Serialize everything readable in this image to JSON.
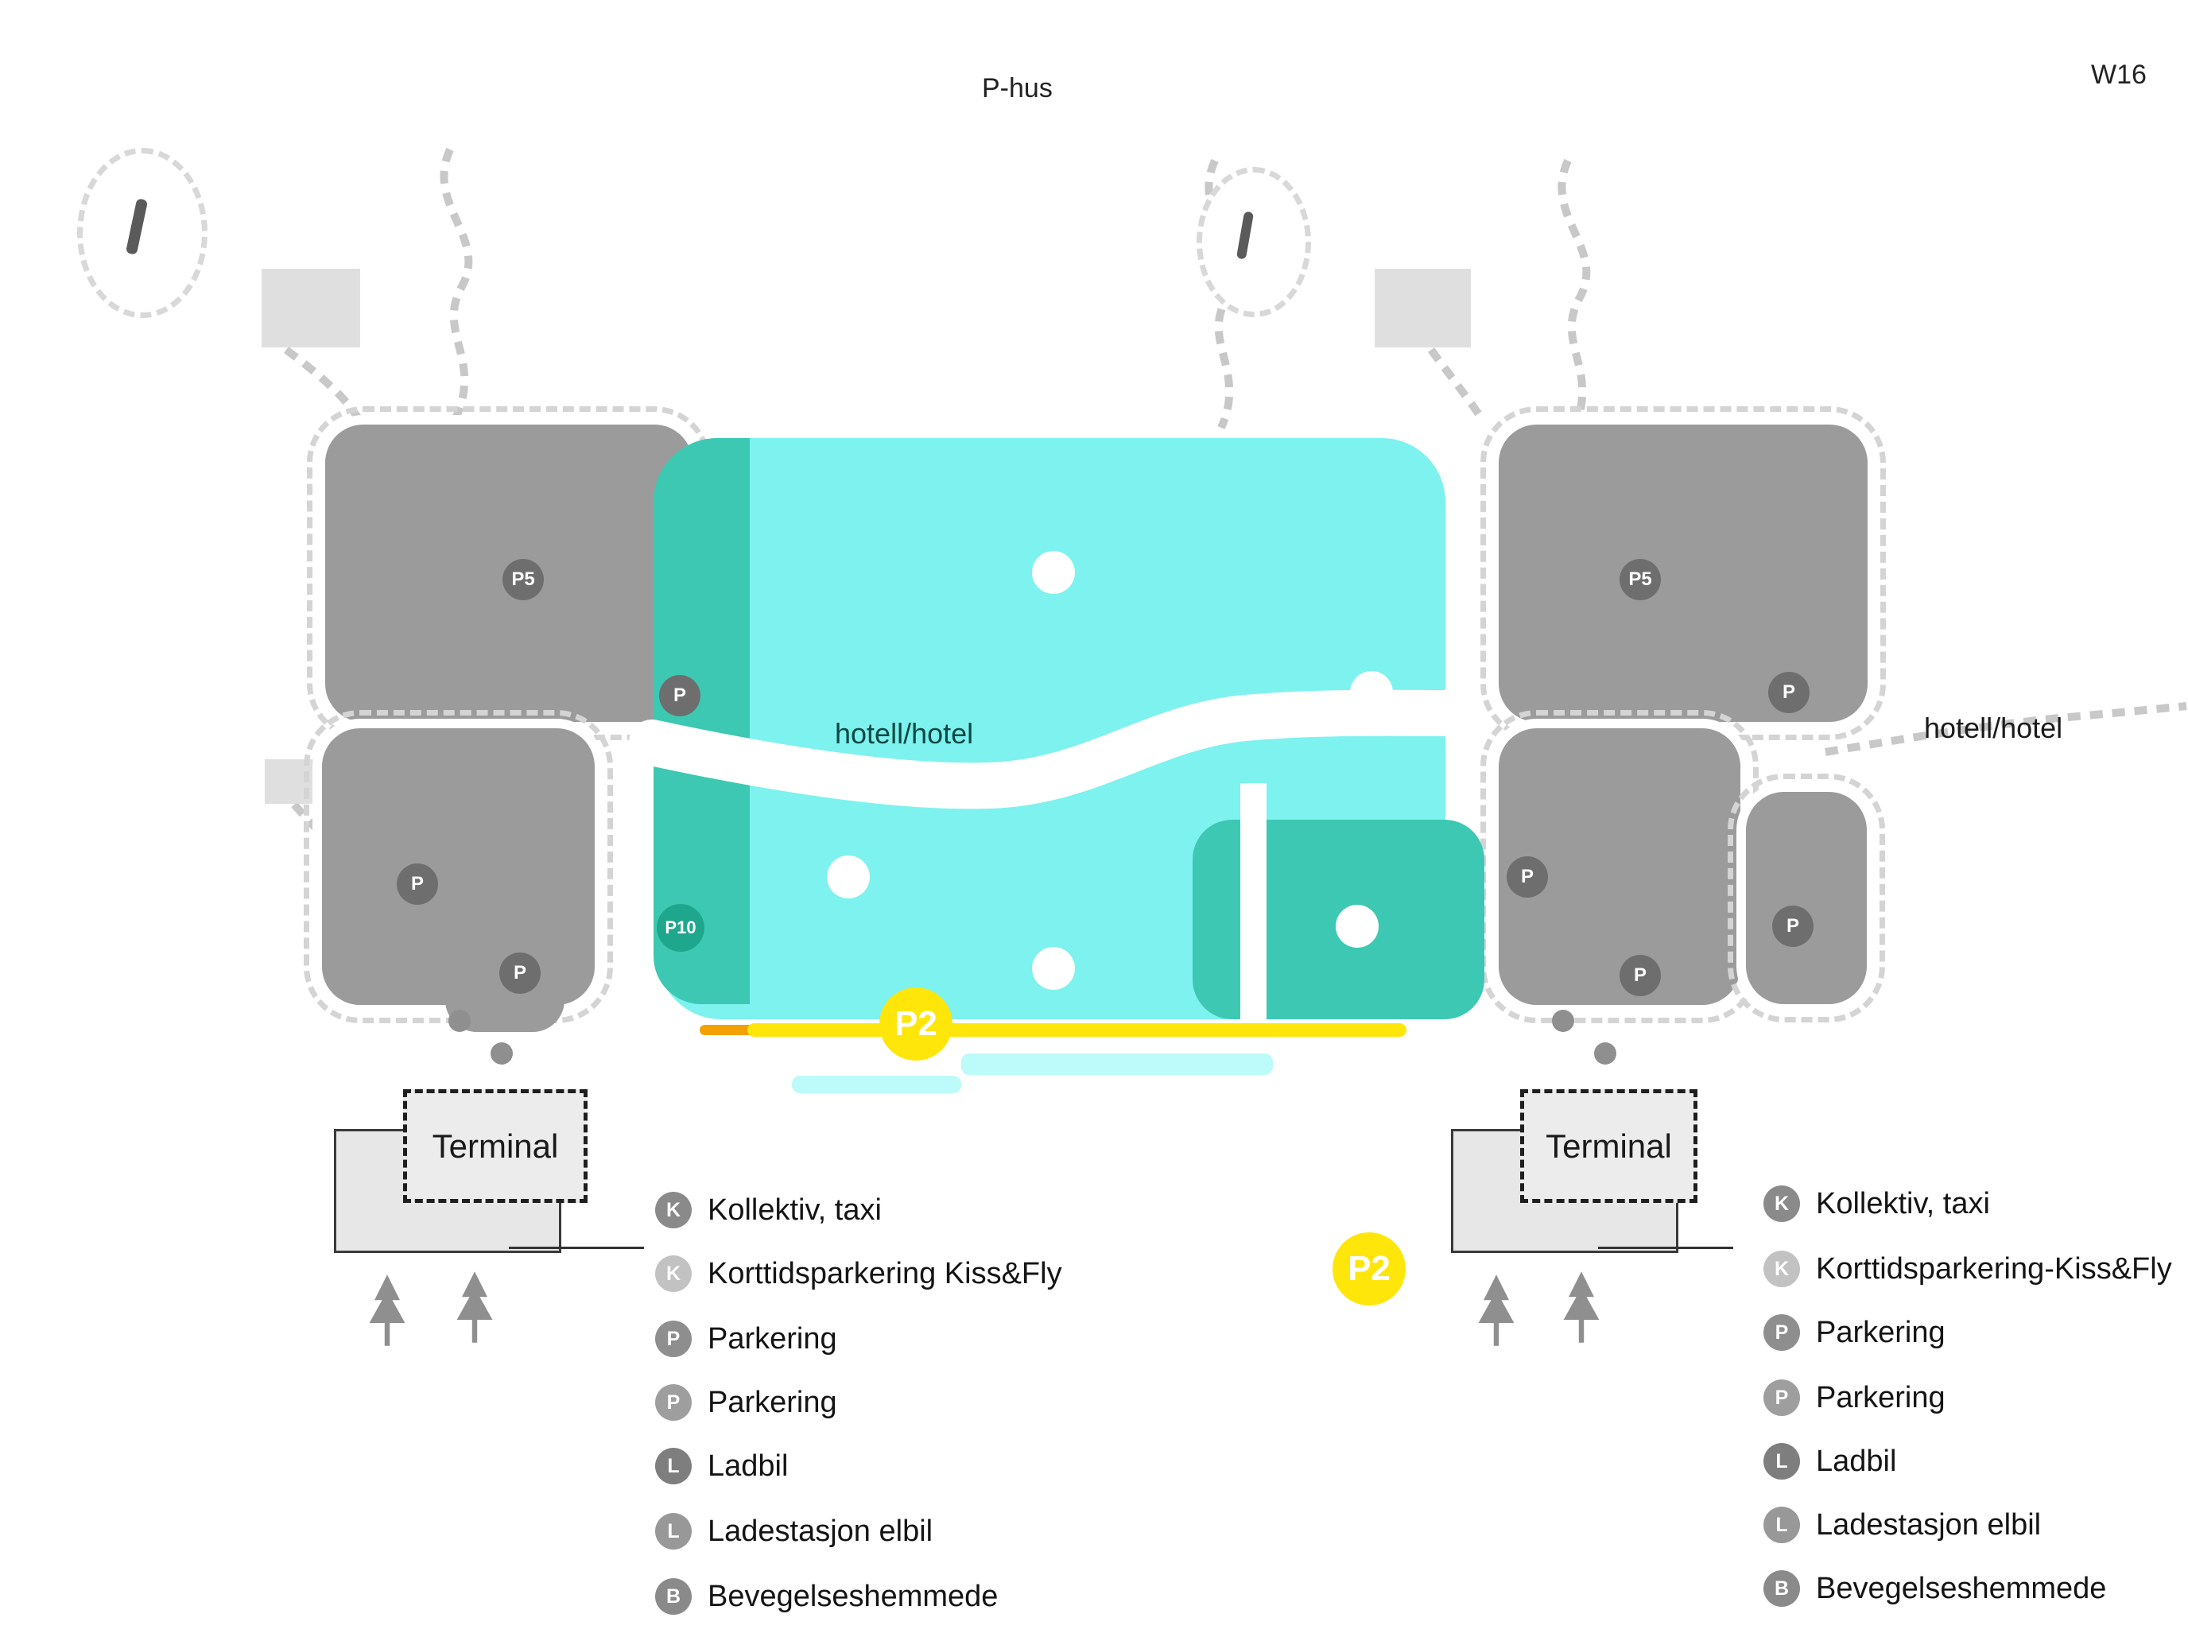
{
  "labels": {
    "road_top": "P-hus",
    "road_right": "W16",
    "hotel_center": "hotell/hotel",
    "hotel_right": "hotell/hotel",
    "terminal_left": "Terminal",
    "terminal_right": "Terminal"
  },
  "route": {
    "badge1": "P2",
    "badge2": "P2"
  },
  "markers": {
    "left_upper_a": "P5",
    "left_upper_b": "P",
    "left_lower_a": "P",
    "left_lower_b": "P",
    "teal": "P10",
    "right_upper_a": "P5",
    "right_upper_b": "P",
    "right_lower_a": "P",
    "right_lower_b": "P",
    "right_lower_c": "P"
  },
  "legend_left": {
    "items": [
      {
        "icon": "bus-icon",
        "glyph": "K",
        "label": "Kollektiv, taxi"
      },
      {
        "icon": "kiss-fly-icon",
        "glyph": "K",
        "label": "Korttidsparkering Kiss&Fly"
      },
      {
        "icon": "parking-icon",
        "glyph": "P",
        "label": "Parkering"
      },
      {
        "icon": "parking-icon",
        "glyph": "P",
        "label": "Parkering"
      },
      {
        "icon": "charge-car-icon",
        "glyph": "L",
        "label": "Ladbil"
      },
      {
        "icon": "charging-station-icon",
        "glyph": "L",
        "label": "Ladestasjon elbil"
      },
      {
        "icon": "wheelchair-icon",
        "glyph": "B",
        "label": "Bevegelseshemmede"
      }
    ]
  },
  "legend_right": {
    "items": [
      {
        "icon": "bus-icon",
        "glyph": "K",
        "label": "Kollektiv, taxi"
      },
      {
        "icon": "kiss-fly-icon",
        "glyph": "K",
        "label": "Korttidsparkering-Kiss&Fly"
      },
      {
        "icon": "parking-icon",
        "glyph": "P",
        "label": "Parkering"
      },
      {
        "icon": "parking-icon",
        "glyph": "P",
        "label": "Parkering"
      },
      {
        "icon": "charge-car-icon",
        "glyph": "L",
        "label": "Ladbil"
      },
      {
        "icon": "charging-station-icon",
        "glyph": "L",
        "label": "Ladestasjon elbil"
      },
      {
        "icon": "wheelchair-icon",
        "glyph": "B",
        "label": "Bevegelseshemmede"
      }
    ]
  },
  "colors": {
    "cyan": "#7DF2EE",
    "teal": "#3CC8B2",
    "yellow": "#FFE60A",
    "orange": "#F2A100",
    "block_gray": "#9B9B9B",
    "light_gray": "#DFDFDF"
  }
}
